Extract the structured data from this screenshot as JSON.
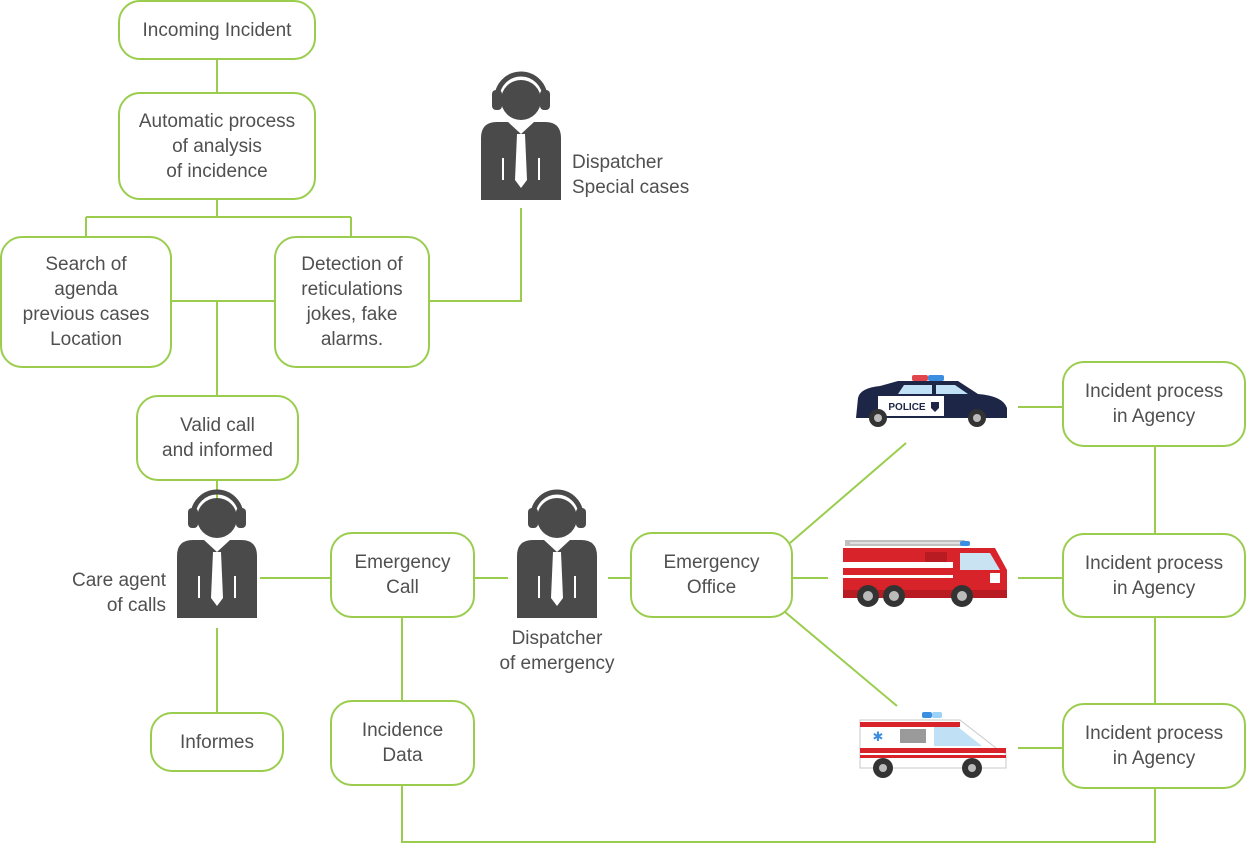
{
  "nodes": {
    "incoming": [
      "Incoming Incident"
    ],
    "automatic": [
      "Automatic process",
      "of analysis",
      "of incidence"
    ],
    "search": [
      "Search of",
      "agenda",
      "previous cases",
      "Location"
    ],
    "detection": [
      "Detection of",
      "reticulations",
      "jokes, fake",
      "alarms."
    ],
    "valid": [
      "Valid call",
      "and informed"
    ],
    "informes": [
      "Informes"
    ],
    "emergency_call": [
      "Emergency",
      "Call"
    ],
    "incidence_data": [
      "Incidence",
      "Data"
    ],
    "emergency_office": [
      "Emergency",
      "Office"
    ],
    "agency_police": [
      "Incident process",
      "in Agency"
    ],
    "agency_fire": [
      "Incident process",
      "in Agency"
    ],
    "agency_ambulance": [
      "Incident process",
      "in Agency"
    ]
  },
  "people": {
    "special": [
      "Dispatcher",
      "Special cases"
    ],
    "care_agent": [
      "Care agent",
      "of calls"
    ],
    "dispatcher_emergency": [
      "Dispatcher",
      "of emergency"
    ]
  },
  "vehicles": {
    "police_text": "POLICE"
  },
  "colors": {
    "line": "#9acd4e",
    "person": "#4a4a4a",
    "text": "#505050"
  },
  "icons": [
    "headset-person-icon",
    "police-car-icon",
    "fire-truck-icon",
    "ambulance-icon"
  ]
}
